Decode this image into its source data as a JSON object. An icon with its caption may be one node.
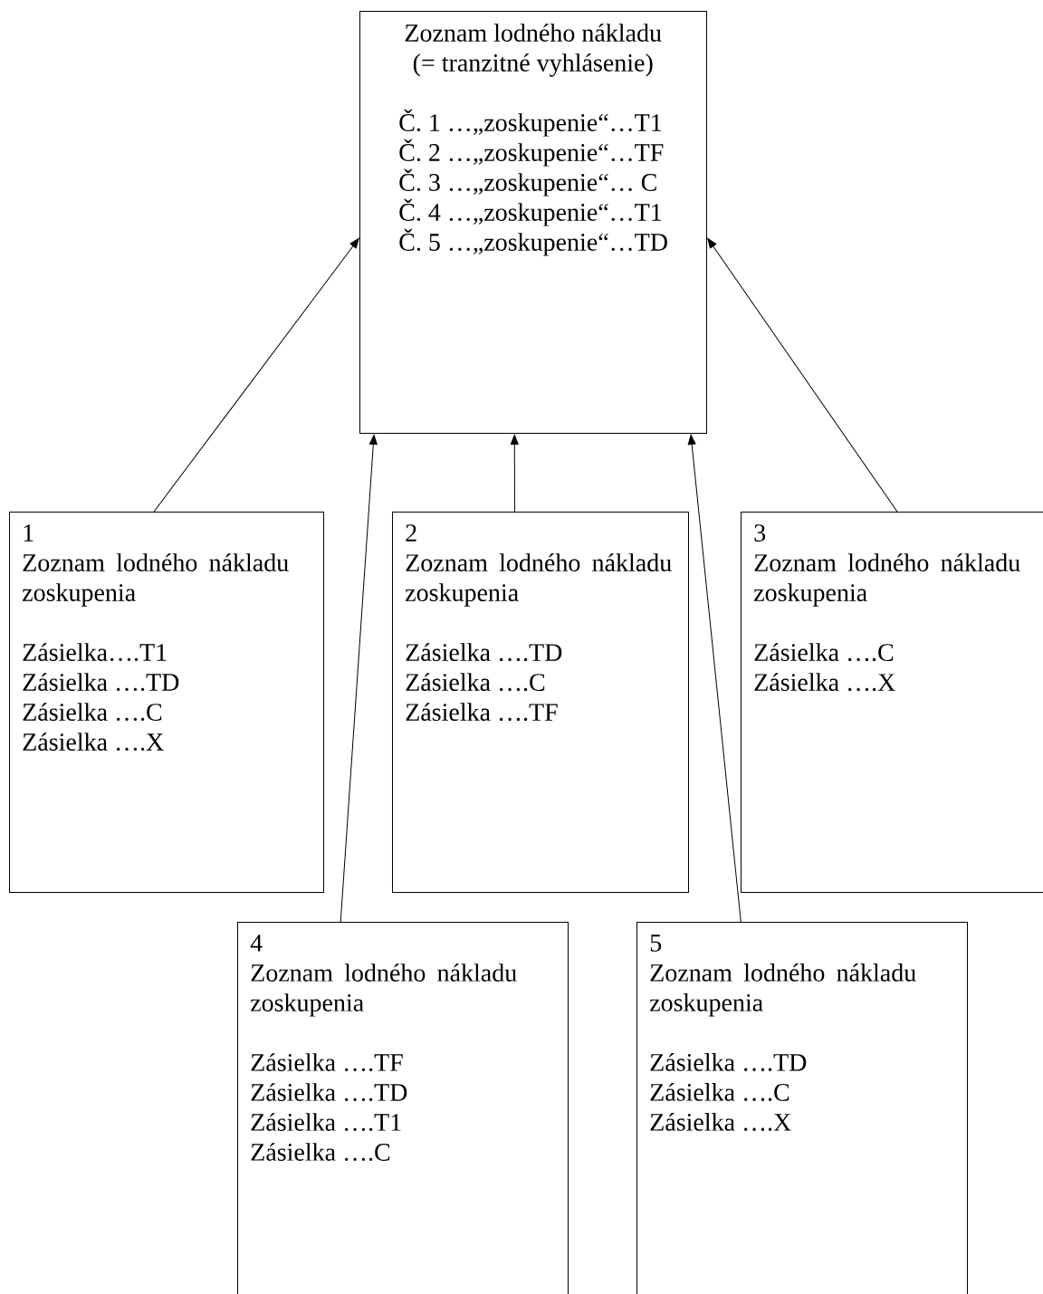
{
  "diagram": {
    "nodes": [
      {
        "text": [
          "Zoznam lodného nákladu (= tranzitné vyhlásenie)",
          "Č. 1 …„zoskupenie“…T1",
          "Č. 2 …„zoskupenie“…TF",
          "Č. 3 …„zoskupenie“… C",
          "Č. 4 …„zoskupenie“…T1",
          "Č. 5 …„zoskupenie“…TD"
        ]
      },
      {
        "text": [
          "1",
          "Zoznam lodného nákladu zoskupenia",
          "Zásielka….T1",
          "Zásielka ….TD",
          "Zásielka ….C",
          "Zásielka ….X"
        ]
      },
      {
        "text": [
          "2",
          "Zoznam lodného nákladu zoskupenia",
          "Zásielka ….TD",
          "Zásielka ….C",
          "Zásielka ….TF"
        ]
      },
      {
        "text": [
          "3",
          "Zoznam lodného nákladu zoskupenia",
          "Zásielka ….C",
          "Zásielka ….X"
        ]
      },
      {
        "text": [
          "4",
          "Zoznam lodného nákladu zoskupenia",
          "Zásielka ….TF",
          "Zásielka ….TD",
          "Zásielka ….T1",
          "Zásielka ….C"
        ]
      },
      {
        "text": [
          "5",
          "Zoznam lodného nákladu zoskupenia",
          "Zásielka ….TD",
          "Zásielka ….C",
          "Zásielka ….X"
        ]
      }
    ],
    "edges": [
      {
        "from": 1,
        "to": 0,
        "arrow": "to"
      },
      {
        "from": 2,
        "to": 0,
        "arrow": "to"
      },
      {
        "from": 3,
        "to": 0,
        "arrow": "to"
      },
      {
        "from": 4,
        "to": 0,
        "arrow": "to"
      },
      {
        "from": 5,
        "to": 0,
        "arrow": "to"
      }
    ]
  }
}
